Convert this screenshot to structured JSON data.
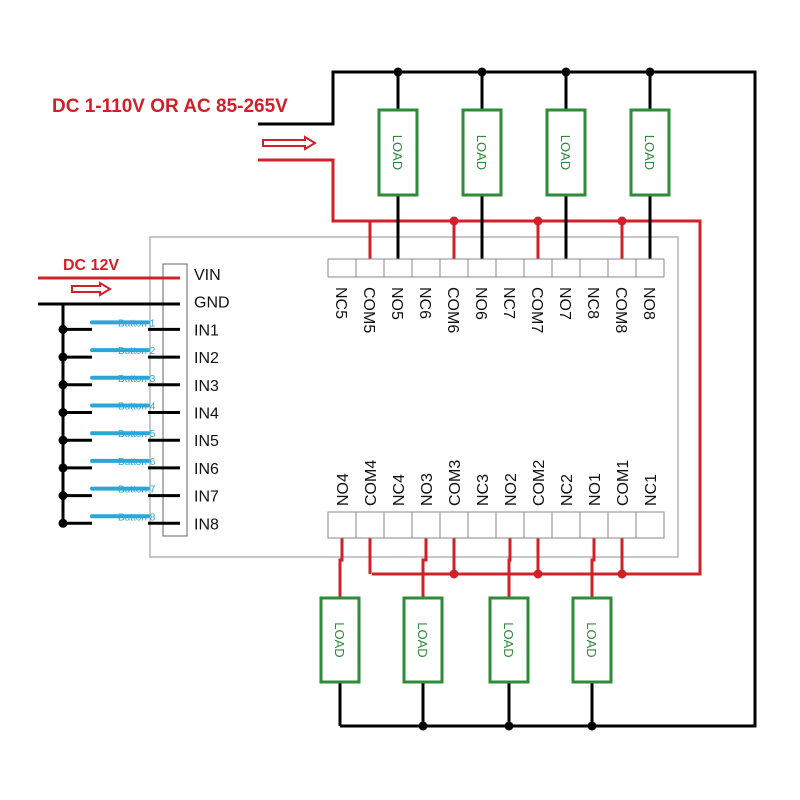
{
  "supply_ac_dc": "DC 1-110V OR AC 85-265V",
  "supply_12v": "DC 12V",
  "input_pins": [
    "VIN",
    "GND",
    "IN1",
    "IN2",
    "IN3",
    "IN4",
    "IN5",
    "IN6",
    "IN7",
    "IN8"
  ],
  "buttons": [
    "Button 1",
    "Button 2",
    "Button 3",
    "Button 4",
    "Button 5",
    "Button 6",
    "Button 7",
    "Button 8"
  ],
  "top_terminals": [
    "NC5",
    "COM5",
    "NO5",
    "NC6",
    "COM6",
    "NO6",
    "NC7",
    "COM7",
    "NO7",
    "NC8",
    "COM8",
    "NO8"
  ],
  "bottom_terminals": [
    "NO4",
    "COM4",
    "NC4",
    "NO3",
    "COM3",
    "NC3",
    "NO2",
    "COM2",
    "NC2",
    "NO1",
    "COM1",
    "NC1"
  ],
  "load_label": "LOAD",
  "colors": {
    "red": "#d0202a",
    "black": "#000000",
    "green": "#2e8b3a",
    "button_blue": "#2aa7d8",
    "board_border": "#b5b5b5"
  }
}
